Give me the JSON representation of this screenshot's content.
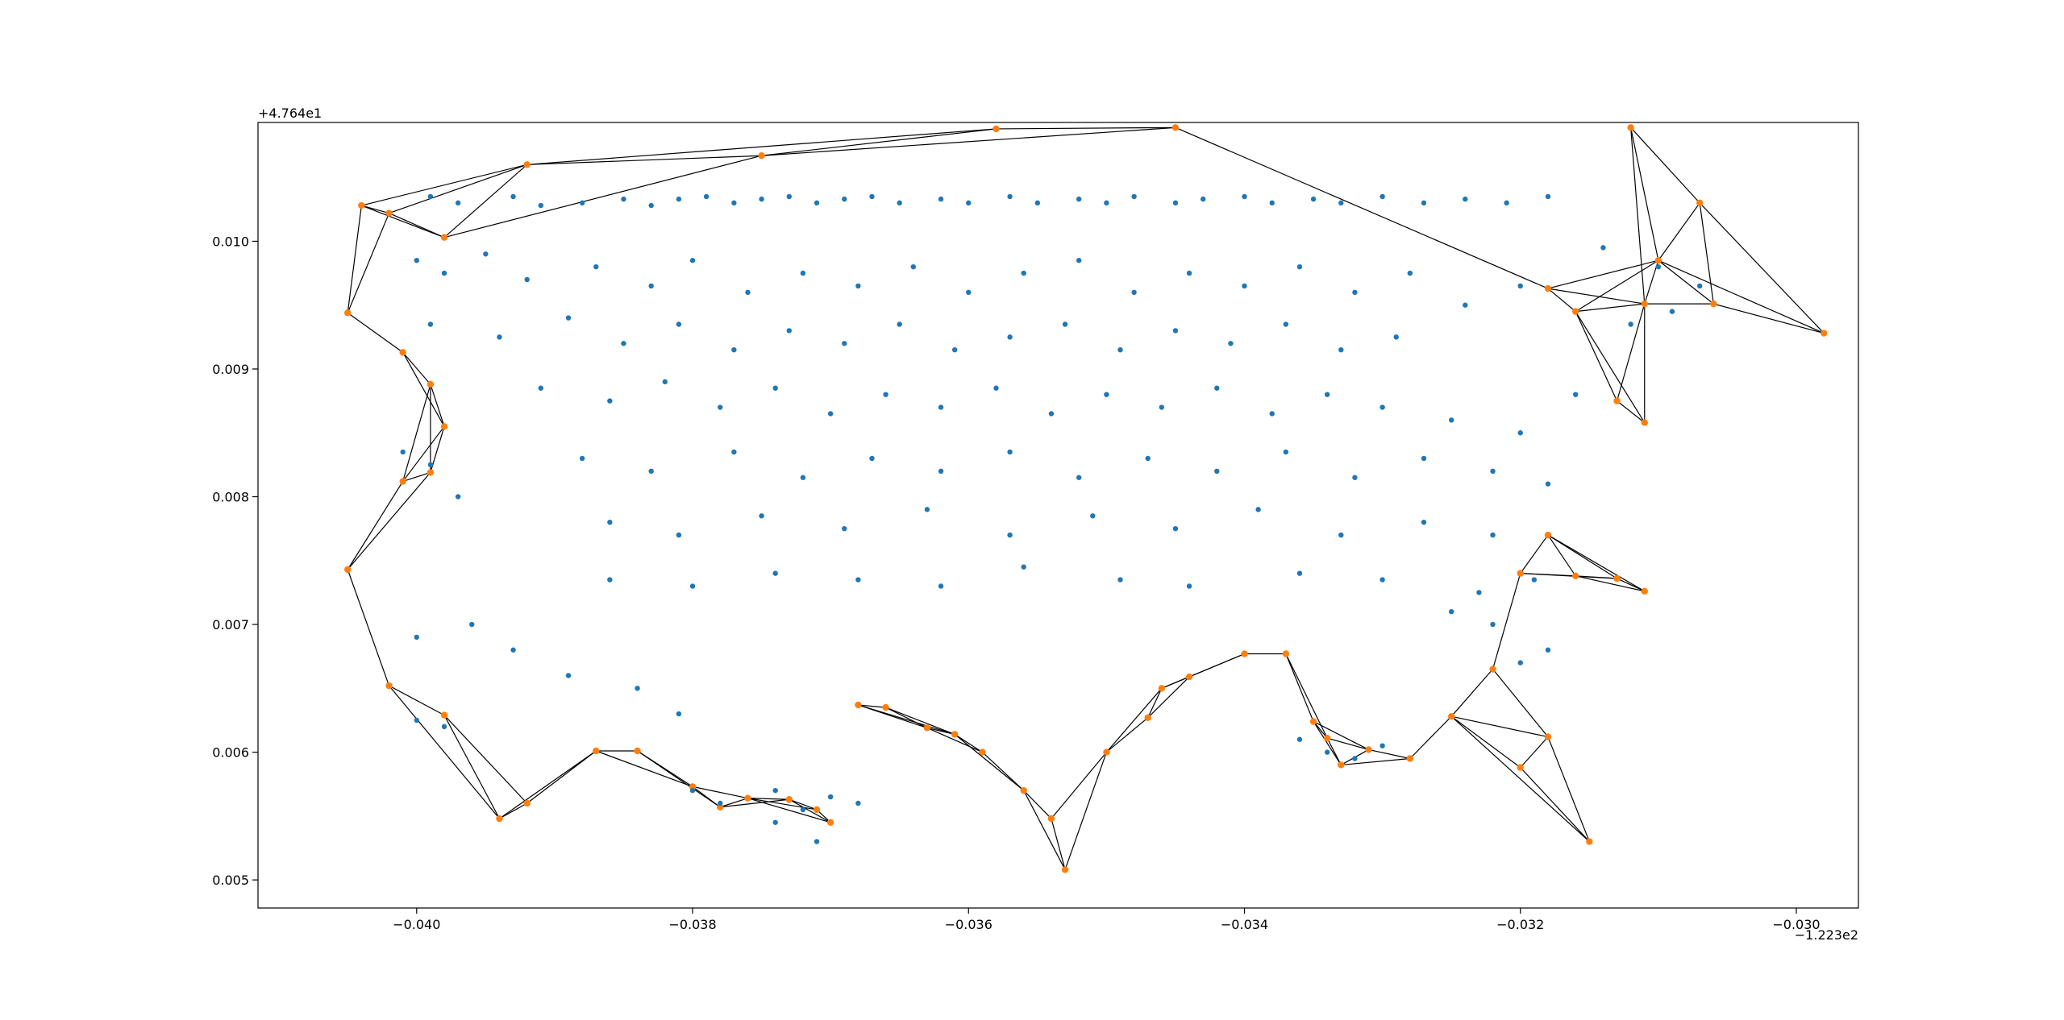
{
  "chart_data": {
    "type": "scatter",
    "title": "",
    "xlabel": "",
    "ylabel": "",
    "x_offset_label": "−1.223e2",
    "y_offset_label": "+4.764e1",
    "xlim": [
      -0.04115,
      -0.02955
    ],
    "ylim": [
      0.00478,
      0.01093
    ],
    "x_ticks": [
      -0.04,
      -0.038,
      -0.036,
      -0.034,
      -0.032,
      -0.03
    ],
    "x_tick_labels": [
      "−0.040",
      "−0.038",
      "−0.036",
      "−0.034",
      "−0.032",
      "−0.030"
    ],
    "y_ticks": [
      0.005,
      0.006,
      0.007,
      0.008,
      0.009,
      0.01
    ],
    "y_tick_labels": [
      "0.005",
      "0.006",
      "0.007",
      "0.008",
      "0.009",
      "0.010"
    ],
    "grid": false,
    "series": [
      {
        "type": "points",
        "color": "#1f77b4",
        "points": [
          [
            -0.0399,
            0.01035
          ],
          [
            -0.0397,
            0.0103
          ],
          [
            -0.0393,
            0.01035
          ],
          [
            -0.0391,
            0.01028
          ],
          [
            -0.0388,
            0.0103
          ],
          [
            -0.0385,
            0.01033
          ],
          [
            -0.0383,
            0.01028
          ],
          [
            -0.0381,
            0.01033
          ],
          [
            -0.0379,
            0.01035
          ],
          [
            -0.0377,
            0.0103
          ],
          [
            -0.0375,
            0.01033
          ],
          [
            -0.0373,
            0.01035
          ],
          [
            -0.0371,
            0.0103
          ],
          [
            -0.0369,
            0.01033
          ],
          [
            -0.0367,
            0.01035
          ],
          [
            -0.0365,
            0.0103
          ],
          [
            -0.0362,
            0.01033
          ],
          [
            -0.036,
            0.0103
          ],
          [
            -0.0357,
            0.01035
          ],
          [
            -0.0355,
            0.0103
          ],
          [
            -0.0352,
            0.01033
          ],
          [
            -0.035,
            0.0103
          ],
          [
            -0.0348,
            0.01035
          ],
          [
            -0.0345,
            0.0103
          ],
          [
            -0.0343,
            0.01033
          ],
          [
            -0.034,
            0.01035
          ],
          [
            -0.0338,
            0.0103
          ],
          [
            -0.0335,
            0.01033
          ],
          [
            -0.0333,
            0.0103
          ],
          [
            -0.033,
            0.01035
          ],
          [
            -0.0327,
            0.0103
          ],
          [
            -0.0324,
            0.01033
          ],
          [
            -0.0321,
            0.0103
          ],
          [
            -0.0318,
            0.01035
          ],
          [
            -0.04,
            0.00985
          ],
          [
            -0.0398,
            0.00975
          ],
          [
            -0.0395,
            0.0099
          ],
          [
            -0.0392,
            0.0097
          ],
          [
            -0.0387,
            0.0098
          ],
          [
            -0.0383,
            0.00965
          ],
          [
            -0.038,
            0.00985
          ],
          [
            -0.0376,
            0.0096
          ],
          [
            -0.0372,
            0.00975
          ],
          [
            -0.0368,
            0.00965
          ],
          [
            -0.0364,
            0.0098
          ],
          [
            -0.036,
            0.0096
          ],
          [
            -0.0356,
            0.00975
          ],
          [
            -0.0352,
            0.00985
          ],
          [
            -0.0348,
            0.0096
          ],
          [
            -0.0344,
            0.00975
          ],
          [
            -0.034,
            0.00965
          ],
          [
            -0.0336,
            0.0098
          ],
          [
            -0.0332,
            0.0096
          ],
          [
            -0.0328,
            0.00975
          ],
          [
            -0.0324,
            0.0095
          ],
          [
            -0.032,
            0.00965
          ],
          [
            -0.0314,
            0.00995
          ],
          [
            -0.031,
            0.0098
          ],
          [
            -0.0307,
            0.00965
          ],
          [
            -0.0312,
            0.00935
          ],
          [
            -0.0309,
            0.00945
          ],
          [
            -0.0399,
            0.00935
          ],
          [
            -0.0394,
            0.00925
          ],
          [
            -0.0389,
            0.0094
          ],
          [
            -0.0385,
            0.0092
          ],
          [
            -0.0381,
            0.00935
          ],
          [
            -0.0377,
            0.00915
          ],
          [
            -0.0373,
            0.0093
          ],
          [
            -0.0369,
            0.0092
          ],
          [
            -0.0365,
            0.00935
          ],
          [
            -0.0361,
            0.00915
          ],
          [
            -0.0357,
            0.00925
          ],
          [
            -0.0353,
            0.00935
          ],
          [
            -0.0349,
            0.00915
          ],
          [
            -0.0345,
            0.0093
          ],
          [
            -0.0341,
            0.0092
          ],
          [
            -0.0337,
            0.00935
          ],
          [
            -0.0333,
            0.00915
          ],
          [
            -0.0329,
            0.00925
          ],
          [
            -0.0391,
            0.00885
          ],
          [
            -0.0386,
            0.00875
          ],
          [
            -0.0382,
            0.0089
          ],
          [
            -0.0378,
            0.0087
          ],
          [
            -0.0374,
            0.00885
          ],
          [
            -0.037,
            0.00865
          ],
          [
            -0.0366,
            0.0088
          ],
          [
            -0.0362,
            0.0087
          ],
          [
            -0.0358,
            0.00885
          ],
          [
            -0.0354,
            0.00865
          ],
          [
            -0.035,
            0.0088
          ],
          [
            -0.0346,
            0.0087
          ],
          [
            -0.0342,
            0.00885
          ],
          [
            -0.0338,
            0.00865
          ],
          [
            -0.0334,
            0.0088
          ],
          [
            -0.033,
            0.0087
          ],
          [
            -0.0325,
            0.0086
          ],
          [
            -0.032,
            0.0085
          ],
          [
            -0.0316,
            0.0088
          ],
          [
            -0.0401,
            0.00835
          ],
          [
            -0.0399,
            0.00825
          ],
          [
            -0.0388,
            0.0083
          ],
          [
            -0.0383,
            0.0082
          ],
          [
            -0.0377,
            0.00835
          ],
          [
            -0.0372,
            0.00815
          ],
          [
            -0.0367,
            0.0083
          ],
          [
            -0.0362,
            0.0082
          ],
          [
            -0.0357,
            0.00835
          ],
          [
            -0.0352,
            0.00815
          ],
          [
            -0.0347,
            0.0083
          ],
          [
            -0.0342,
            0.0082
          ],
          [
            -0.0337,
            0.00835
          ],
          [
            -0.0332,
            0.00815
          ],
          [
            -0.0327,
            0.0083
          ],
          [
            -0.0322,
            0.0082
          ],
          [
            -0.0318,
            0.0081
          ],
          [
            -0.0397,
            0.008
          ],
          [
            -0.0386,
            0.0078
          ],
          [
            -0.0381,
            0.0077
          ],
          [
            -0.0375,
            0.00785
          ],
          [
            -0.0369,
            0.00775
          ],
          [
            -0.0363,
            0.0079
          ],
          [
            -0.0357,
            0.0077
          ],
          [
            -0.0351,
            0.00785
          ],
          [
            -0.0345,
            0.00775
          ],
          [
            -0.0339,
            0.0079
          ],
          [
            -0.0333,
            0.0077
          ],
          [
            -0.0327,
            0.0078
          ],
          [
            -0.0322,
            0.0077
          ],
          [
            -0.0386,
            0.00735
          ],
          [
            -0.038,
            0.0073
          ],
          [
            -0.0374,
            0.0074
          ],
          [
            -0.0368,
            0.00735
          ],
          [
            -0.0362,
            0.0073
          ],
          [
            -0.0356,
            0.00745
          ],
          [
            -0.0349,
            0.00735
          ],
          [
            -0.0344,
            0.0073
          ],
          [
            -0.0336,
            0.0074
          ],
          [
            -0.033,
            0.00735
          ],
          [
            -0.0323,
            0.00725
          ],
          [
            -0.0319,
            0.00735
          ],
          [
            -0.04,
            0.0069
          ],
          [
            -0.0396,
            0.007
          ],
          [
            -0.0393,
            0.0068
          ],
          [
            -0.0389,
            0.0066
          ],
          [
            -0.0384,
            0.0065
          ],
          [
            -0.04,
            0.00625
          ],
          [
            -0.0398,
            0.0062
          ],
          [
            -0.0381,
            0.0063
          ],
          [
            -0.038,
            0.0057
          ],
          [
            -0.0378,
            0.0056
          ],
          [
            -0.0374,
            0.0057
          ],
          [
            -0.0372,
            0.00555
          ],
          [
            -0.037,
            0.00565
          ],
          [
            -0.0368,
            0.0056
          ],
          [
            -0.0336,
            0.0061
          ],
          [
            -0.0334,
            0.006
          ],
          [
            -0.0332,
            0.00595
          ],
          [
            -0.033,
            0.00605
          ],
          [
            -0.0318,
            0.0068
          ],
          [
            -0.0322,
            0.007
          ],
          [
            -0.0325,
            0.0071
          ],
          [
            -0.032,
            0.0067
          ],
          [
            -0.0371,
            0.0053
          ],
          [
            -0.0374,
            0.00545
          ]
        ]
      },
      {
        "type": "vertices",
        "color": "#ff7f0e",
        "points": [
          [
            -0.0404,
            0.01028
          ],
          [
            -0.0402,
            0.01022
          ],
          [
            -0.0405,
            0.00944
          ],
          [
            -0.0401,
            0.00913
          ],
          [
            -0.0399,
            0.00888
          ],
          [
            -0.0398,
            0.00855
          ],
          [
            -0.0399,
            0.00819
          ],
          [
            -0.0401,
            0.00812
          ],
          [
            -0.0405,
            0.00743
          ],
          [
            -0.0402,
            0.00652
          ],
          [
            -0.0398,
            0.00629
          ],
          [
            -0.0394,
            0.00548
          ],
          [
            -0.0392,
            0.0056
          ],
          [
            -0.0387,
            0.00601
          ],
          [
            -0.0384,
            0.00601
          ],
          [
            -0.038,
            0.00573
          ],
          [
            -0.0378,
            0.00557
          ],
          [
            -0.0376,
            0.00564
          ],
          [
            -0.0373,
            0.00563
          ],
          [
            -0.0371,
            0.00555
          ],
          [
            -0.037,
            0.00545
          ],
          [
            -0.0368,
            0.00637
          ],
          [
            -0.0366,
            0.00635
          ],
          [
            -0.0363,
            0.00619
          ],
          [
            -0.0361,
            0.00614
          ],
          [
            -0.0359,
            0.006
          ],
          [
            -0.0356,
            0.0057
          ],
          [
            -0.0354,
            0.00548
          ],
          [
            -0.0353,
            0.00508
          ],
          [
            -0.035,
            0.006
          ],
          [
            -0.0347,
            0.00627
          ],
          [
            -0.0346,
            0.0065
          ],
          [
            -0.0344,
            0.00659
          ],
          [
            -0.034,
            0.00677
          ],
          [
            -0.0337,
            0.00677
          ],
          [
            -0.0335,
            0.00624
          ],
          [
            -0.0334,
            0.00611
          ],
          [
            -0.0333,
            0.0059
          ],
          [
            -0.0331,
            0.00602
          ],
          [
            -0.0328,
            0.00595
          ],
          [
            -0.0325,
            0.00628
          ],
          [
            -0.0322,
            0.00665
          ],
          [
            -0.032,
            0.0074
          ],
          [
            -0.0318,
            0.0077
          ],
          [
            -0.0316,
            0.00738
          ],
          [
            -0.0313,
            0.00736
          ],
          [
            -0.0311,
            0.00726
          ],
          [
            -0.0315,
            0.0053
          ],
          [
            -0.0318,
            0.00612
          ],
          [
            -0.032,
            0.00588
          ],
          [
            -0.0306,
            0.00951
          ],
          [
            -0.0307,
            0.0103
          ],
          [
            -0.031,
            0.00985
          ],
          [
            -0.0311,
            0.00951
          ],
          [
            -0.0298,
            0.00928
          ],
          [
            -0.0311,
            0.00858
          ],
          [
            -0.0313,
            0.00875
          ],
          [
            -0.0316,
            0.00945
          ],
          [
            -0.0318,
            0.00963
          ],
          [
            -0.0312,
            0.01089
          ],
          [
            -0.0345,
            0.01089
          ],
          [
            -0.0358,
            0.01088
          ],
          [
            -0.0375,
            0.01067
          ],
          [
            -0.0392,
            0.0106
          ],
          [
            -0.0398,
            0.01003
          ]
        ]
      }
    ]
  }
}
